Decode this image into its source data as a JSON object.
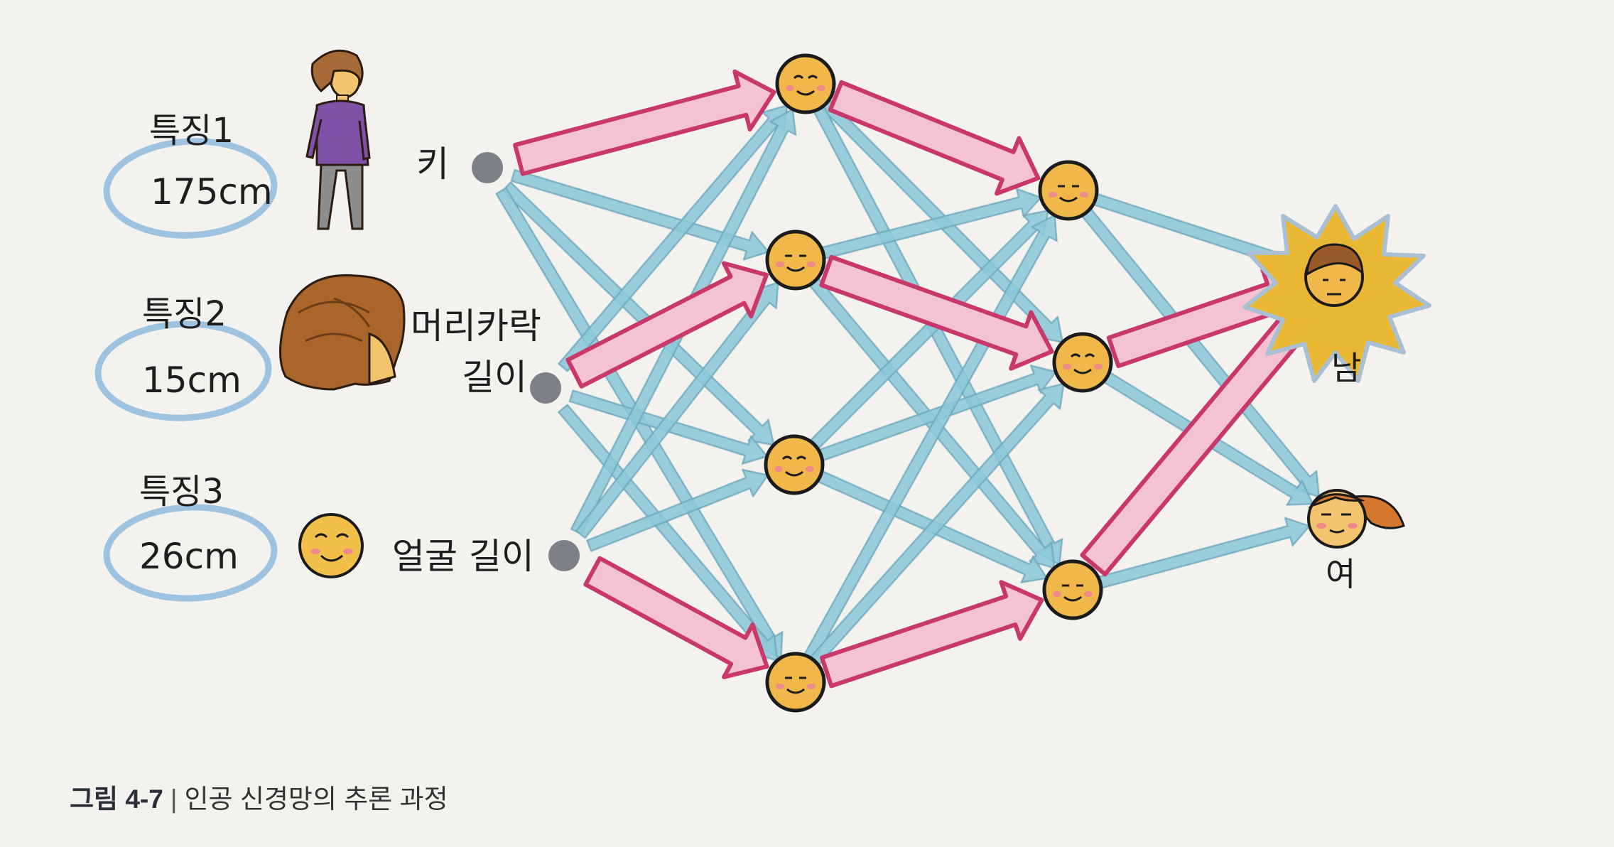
{
  "features": [
    {
      "tag": "특징1",
      "value": "175cm",
      "input_label": [
        "키"
      ]
    },
    {
      "tag": "특징2",
      "value": "15cm",
      "input_label": [
        "머리카락",
        "길이"
      ]
    },
    {
      "tag": "특징3",
      "value": "26cm",
      "input_label": [
        "얼굴 길이"
      ]
    }
  ],
  "outputs": [
    {
      "label": "남"
    },
    {
      "label": "여"
    }
  ],
  "caption": {
    "figure": "그림 4-7",
    "separator": "|",
    "title": "인공 신경망의 추론 과정"
  },
  "colors": {
    "blue_connection": "#8cc8d8",
    "pink_connection": "#f3c3d4",
    "pink_outline": "#c8386a",
    "node_fill": "#f0b84a",
    "input_node": "#7d8088",
    "feature_ellipse": "#9dc3e0",
    "male_burst": "#e9b733",
    "male_burst_edge": "#a9bfd4"
  },
  "icons": [
    "person-icon",
    "hair-icon",
    "face-icon",
    "male-face-icon",
    "female-face-icon"
  ]
}
